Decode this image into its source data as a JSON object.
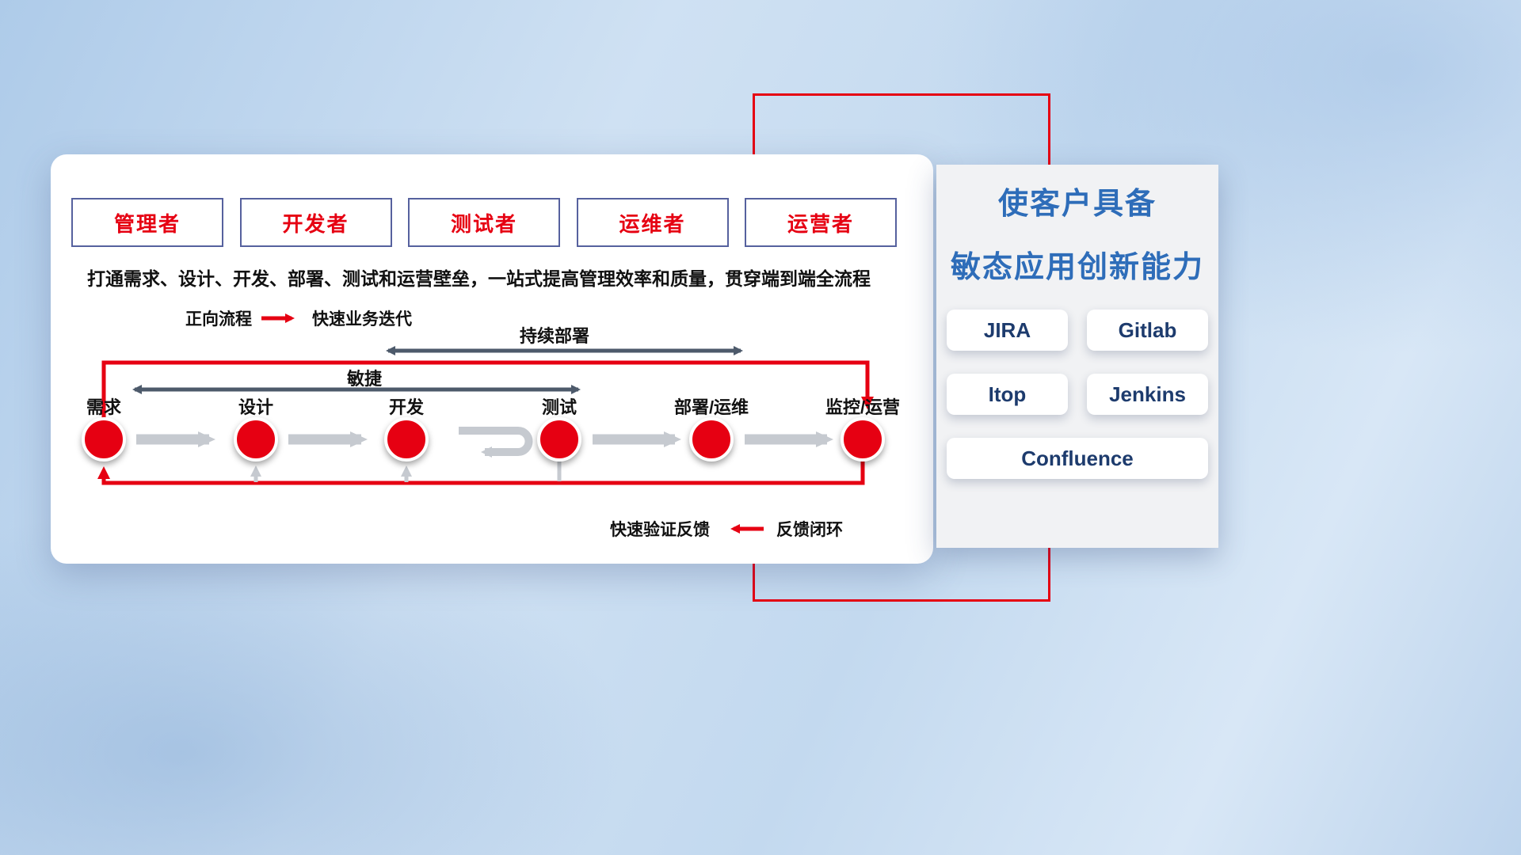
{
  "roles": [
    {
      "label": "管理者"
    },
    {
      "label": "开发者"
    },
    {
      "label": "测试者"
    },
    {
      "label": "运维者"
    },
    {
      "label": "运营者"
    }
  ],
  "subtitle": "打通需求、设计、开发、部署、测试和运营壁垒，一站式提高管理效率和质量，贯穿端到端全流程",
  "legend_forward": {
    "label": "正向流程",
    "value": "快速业务迭代"
  },
  "legend_feedback": {
    "label": "快速验证反馈",
    "value": "反馈闭环"
  },
  "flow": {
    "agile_label": "敏捷",
    "continuous_deploy_label": "持续部署",
    "stages": [
      {
        "label": "需求"
      },
      {
        "label": "设计"
      },
      {
        "label": "开发"
      },
      {
        "label": "测试"
      },
      {
        "label": "部署/运维"
      },
      {
        "label": "监控/运营"
      }
    ]
  },
  "right_panel": {
    "title_line1": "使客户具备",
    "title_line2": "敏态应用创新能力",
    "tools": [
      "JIRA",
      "Gitlab",
      "Itop",
      "Jenkins",
      "Confluence"
    ]
  },
  "colors": {
    "accent_red": "#e60012",
    "navy": "#1d3b6d",
    "title_blue": "#2e6db9",
    "dark_arrow": "#4d5a6b",
    "gray_arrow": "#c6cad0",
    "box_border": "#56619e"
  }
}
